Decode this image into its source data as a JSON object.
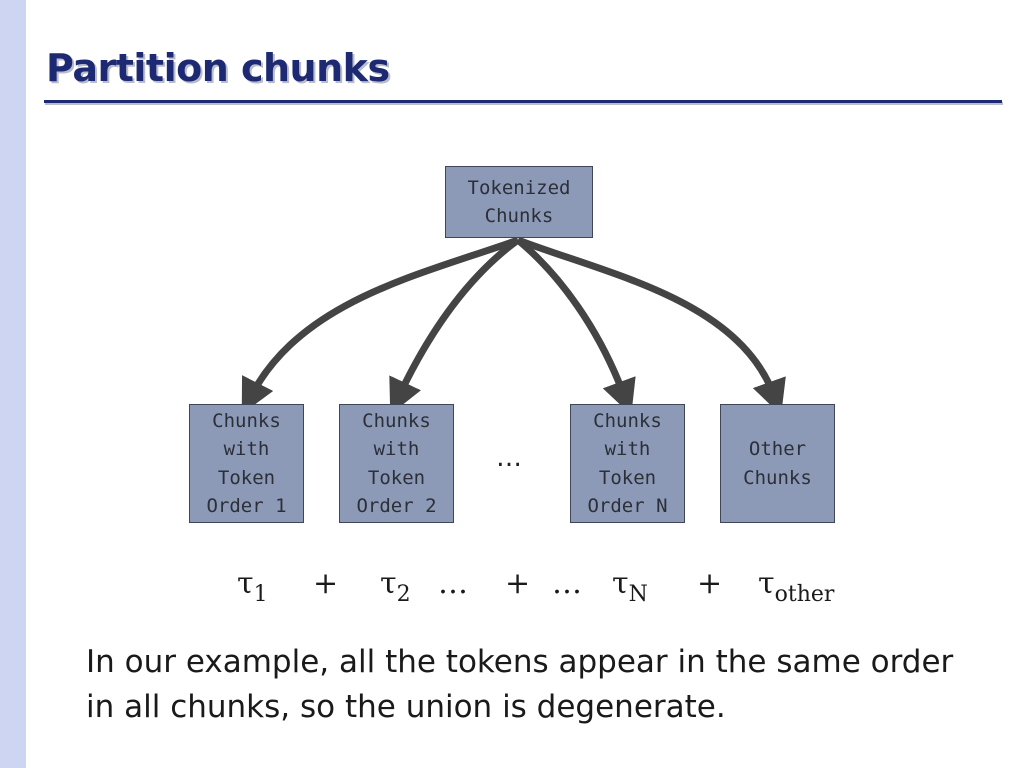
{
  "slide": {
    "title": "Partition chunks",
    "body": "In our example, all the tokens appear in the same order in all chunks, so the union is degenerate.",
    "accent_color": "#1d2a73",
    "left_bar_color": "#cdd5f2"
  },
  "diagram": {
    "box_fill": "#8d9ab7",
    "arrow_color": "#444444",
    "root": "Tokenized\nChunks",
    "children": [
      "Chunks\nwith\nToken\nOrder 1",
      "Chunks\nwith\nToken\nOrder 2",
      "Chunks\nwith\nToken\nOrder N",
      "Other\nChunks"
    ],
    "gap_ellipsis": "…"
  },
  "formula": {
    "t1_symbol": "τ",
    "t1_sub": "1",
    "plus1": "+",
    "t2_symbol": "τ",
    "t2_sub": "2",
    "dots1": "…",
    "plus2": "+",
    "dots2": "…",
    "tn_symbol": "τ",
    "tn_sub": "N",
    "plus3": "+",
    "tother_symbol": "τ",
    "tother_sub": "other"
  }
}
